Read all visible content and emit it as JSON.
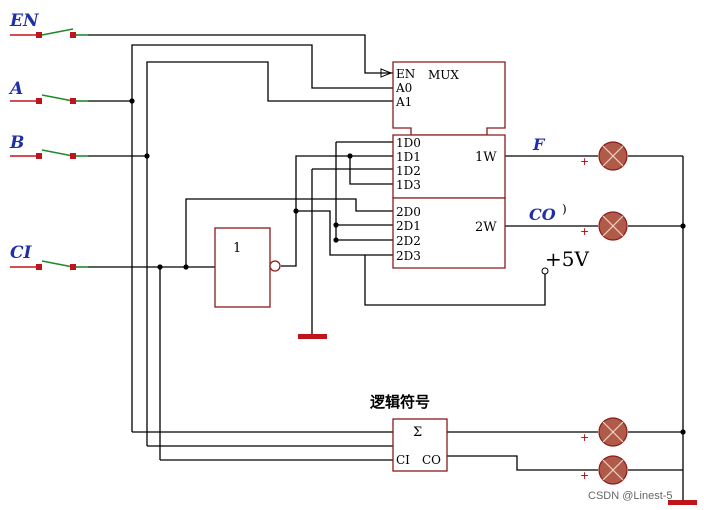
{
  "inputs": {
    "en": "EN",
    "a": "A",
    "b": "B",
    "ci": "CI"
  },
  "mux": {
    "select_pins": [
      "EN",
      "A0",
      "A1"
    ],
    "name": "MUX",
    "group1_pins": [
      "1D0",
      "1D1",
      "1D2",
      "1D3"
    ],
    "group2_pins": [
      "2D0",
      "2D1",
      "2D2",
      "2D3"
    ],
    "out1": "1W",
    "out2": "2W"
  },
  "not_gate": {
    "label": "1"
  },
  "outputs": {
    "f": "F",
    "co": "CO",
    "co_mark": ")"
  },
  "supply": {
    "label": "+5V"
  },
  "adder": {
    "title": "逻辑符号",
    "sigma": "Σ",
    "ci": "CI",
    "co": "CO"
  },
  "lamp_plus": "+",
  "watermark": "CSDN @Linest-5",
  "colors": {
    "wire": "#000000",
    "chip_border": "#8b1a1a",
    "terminal": "#c0141c",
    "switch_arm": "#1e8a2e",
    "lamp_fill": "#b05a4a",
    "label_blue": "#1f2fa8"
  }
}
